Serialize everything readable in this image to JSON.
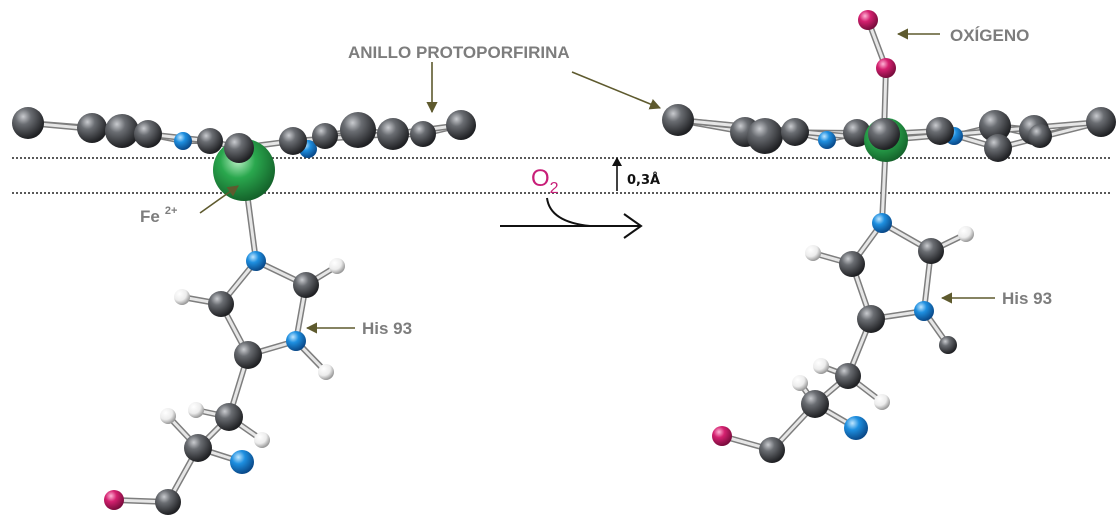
{
  "labels": {
    "ring": "ANILLO PROTOPORFIRINA",
    "oxygen": "OXÍGENO",
    "iron": "Fe",
    "iron_charge": "2+",
    "his_left": "His 93",
    "his_right": "His 93",
    "o2_letter": "O",
    "o2_subscript": "2",
    "shift": "0,3Å"
  },
  "colors": {
    "carbon": "#4a4c50",
    "nitrogen": "#1e8fe0",
    "hydrogen": "#f2f2f2",
    "oxygen": "#d4206f",
    "iron": "#2aa84e",
    "bond": "#b4b4b4",
    "arrow": "#5e5a2e",
    "label": "#7d7d7d",
    "o2_text": "#c81e78"
  }
}
